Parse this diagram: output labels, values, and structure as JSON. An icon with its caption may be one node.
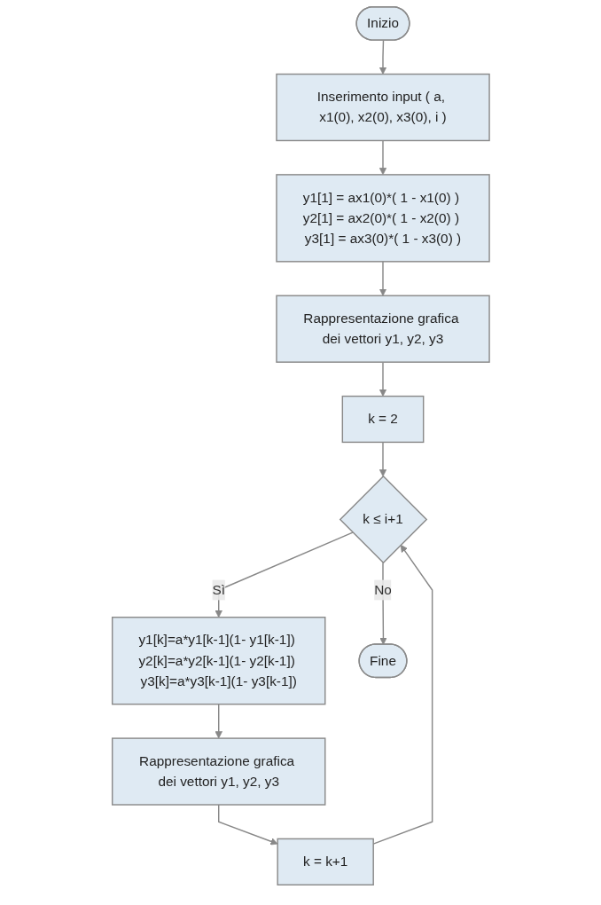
{
  "diagram": {
    "nodes": [
      {
        "text": [
          "Inizio"
        ]
      },
      {
        "text": [
          "Inserimento input ( a, x1(0), x2(0), x3(0), i )"
        ]
      },
      {
        "text": [
          "y1[1] = ax1(0)*( 1 - x1(0) ) y2[1] = ax2(0)*( 1 - x2(0) ) y3[1] = ax3(0)*( 1 - x3(0) )"
        ]
      },
      {
        "text": [
          "Rappresentazione grafica dei vettori y1, y2, y3"
        ]
      },
      {
        "text": [
          "k = 2"
        ]
      },
      {
        "text": [
          "k ≤ i+1"
        ]
      },
      {
        "text": [
          "y1[k]=a*y1[k-1](1- y1[k-1]) y2[k]=a*y2[k-1](1- y2[k-1]) y3[k]=a*y3[k-1](1- y3[k-1])"
        ]
      },
      {
        "text": [
          "Fine"
        ]
      },
      {
        "text": [
          "Rappresentazione grafica dei vettori y1, y2, y3"
        ]
      },
      {
        "text": [
          "k = k+1"
        ]
      }
    ],
    "edges": [
      {
        "from": 0,
        "to": 1,
        "arrow": "to"
      },
      {
        "from": 1,
        "to": 2,
        "arrow": "to"
      },
      {
        "from": 2,
        "to": 3,
        "arrow": "to"
      },
      {
        "from": 3,
        "to": 4,
        "arrow": "to"
      },
      {
        "from": 4,
        "to": 5,
        "arrow": "to"
      },
      {
        "from": 5,
        "to": 6,
        "label": "Sì",
        "arrow": "to"
      },
      {
        "from": 5,
        "to": 7,
        "label": "No",
        "arrow": "to"
      },
      {
        "from": 6,
        "to": 8,
        "arrow": "to"
      },
      {
        "from": 8,
        "to": 9,
        "arrow": "to"
      },
      {
        "from": 9,
        "to": 5,
        "arrow": "to"
      }
    ]
  }
}
